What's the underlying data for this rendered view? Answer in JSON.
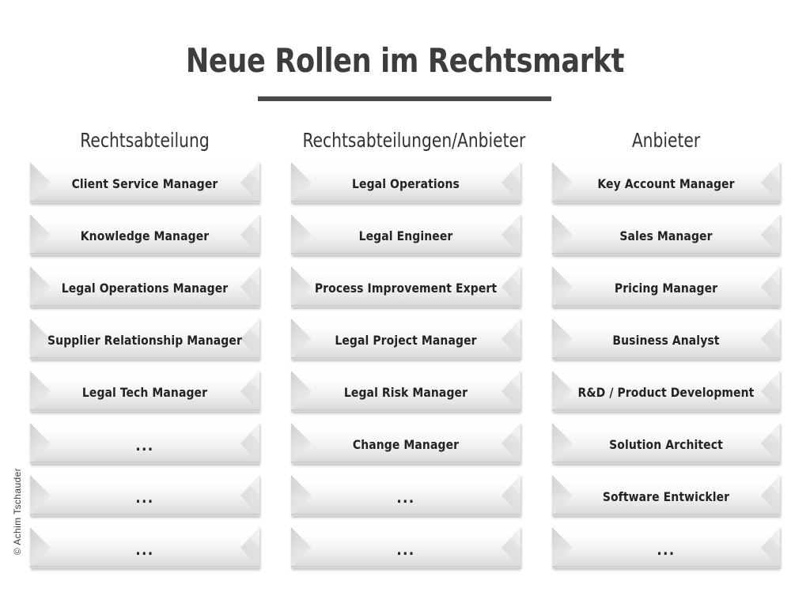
{
  "slide": {
    "title": "Neue Rollen im Rechtsmarkt",
    "copyright": "© Achim Tschauder",
    "accent_color": "#4a4a4a",
    "title_color": "#3d3d3d",
    "bar_text_color": "#232323"
  },
  "columns": [
    {
      "header": "Rechtsabteilung",
      "items": [
        {
          "label": "Client Service Manager"
        },
        {
          "label": "Knowledge Manager"
        },
        {
          "label": "Legal Operations Manager"
        },
        {
          "label": "Supplier Relationship Manager"
        },
        {
          "label": "Legal Tech Manager"
        },
        {
          "label": "..."
        },
        {
          "label": "..."
        },
        {
          "label": "..."
        }
      ]
    },
    {
      "header": "Rechtsabteilungen/Anbieter",
      "items": [
        {
          "label": "Legal Operations"
        },
        {
          "label": "Legal Engineer"
        },
        {
          "label": "Process Improvement Expert"
        },
        {
          "label": "Legal Project Manager"
        },
        {
          "label": "Legal Risk Manager"
        },
        {
          "label": "Change Manager"
        },
        {
          "label": "..."
        },
        {
          "label": "..."
        }
      ]
    },
    {
      "header": "Anbieter",
      "items": [
        {
          "label": "Key Account Manager"
        },
        {
          "label": "Sales Manager"
        },
        {
          "label": "Pricing Manager"
        },
        {
          "label": "Business Analyst"
        },
        {
          "label": "R&D / Product Development"
        },
        {
          "label": "Solution Architect"
        },
        {
          "label": "Software Entwickler"
        },
        {
          "label": "..."
        }
      ]
    }
  ]
}
